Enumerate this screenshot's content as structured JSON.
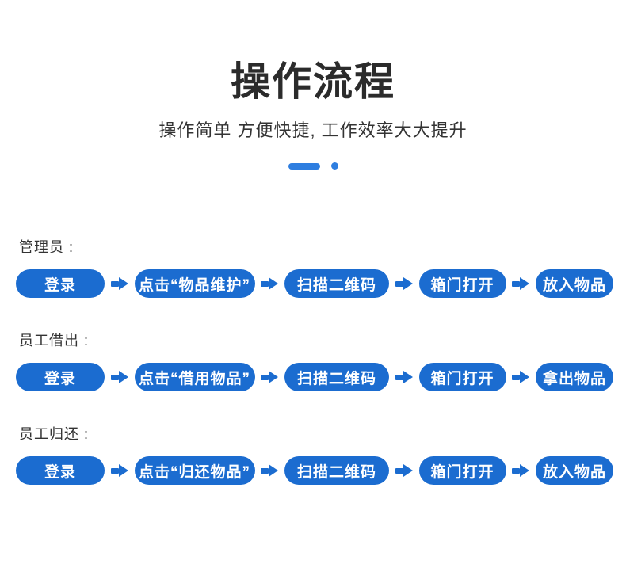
{
  "header": {
    "title": "操作流程",
    "subtitle": "操作简单  方便快捷, 工作效率大大提升"
  },
  "colors": {
    "primary": "#1B6CD0",
    "accent": "#2E7EE0"
  },
  "flows": [
    {
      "label": "管理员 :",
      "steps": [
        "登录",
        "点击“物品维护”",
        "扫描二维码",
        "箱门打开",
        "放入物品"
      ]
    },
    {
      "label": "员工借出 :",
      "steps": [
        "登录",
        "点击“借用物品”",
        "扫描二维码",
        "箱门打开",
        "拿出物品"
      ]
    },
    {
      "label": "员工归还 :",
      "steps": [
        "登录",
        "点击“归还物品”",
        "扫描二维码",
        "箱门打开",
        "放入物品"
      ]
    }
  ]
}
